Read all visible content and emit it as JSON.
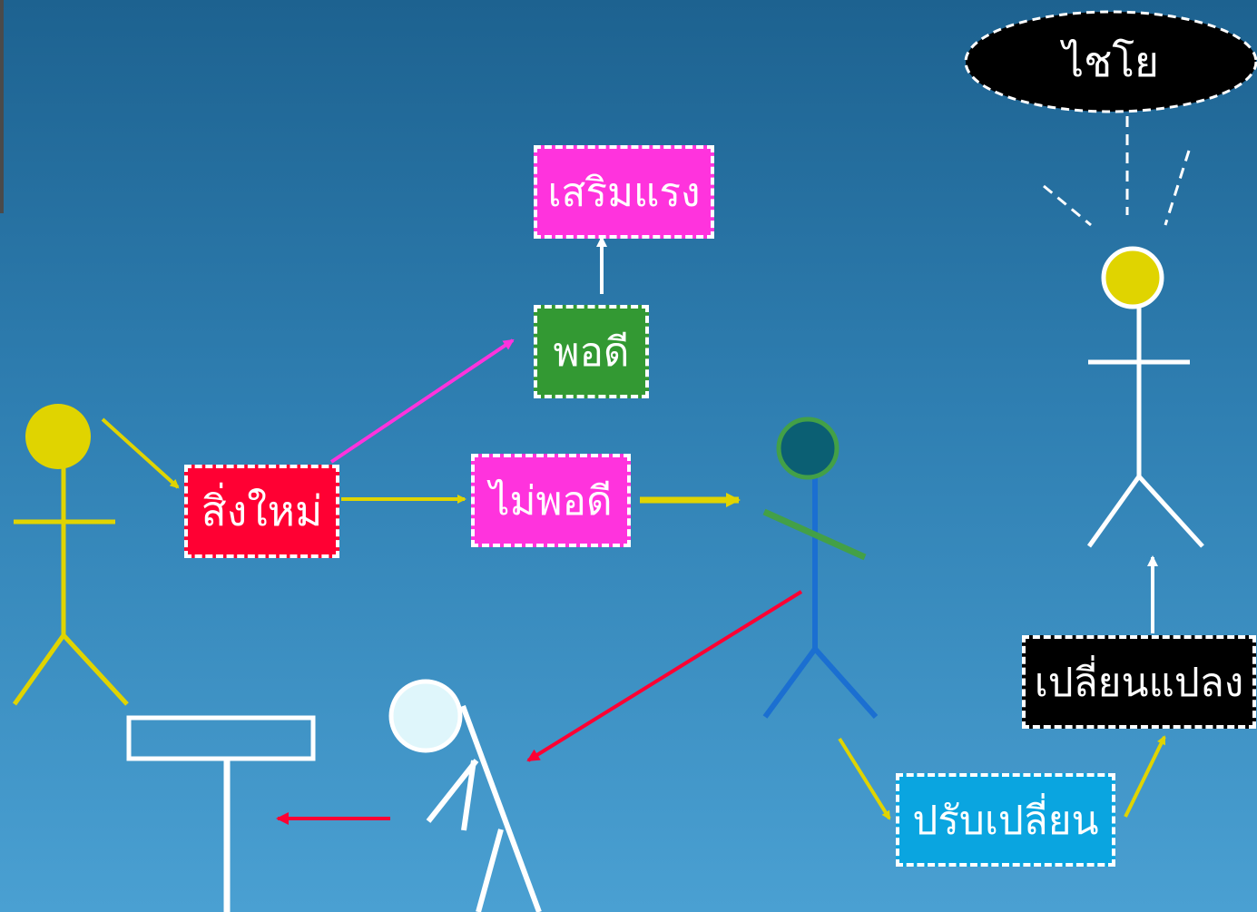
{
  "colors": {
    "magenta": "#ff33dd",
    "green": "#339933",
    "red": "#ff0033",
    "cyan": "#0aa5e0",
    "black": "#000000",
    "yellow": "#e0d400",
    "blue": "#1b6fd1",
    "white": "#ffffff",
    "dark_head": "#0b5f73",
    "pale_head": "#dff6fb"
  },
  "nodes": {
    "sermraeng": "เสริมแรง",
    "phodi": "พอดี",
    "singmai": "สิ่งใหม่",
    "maiphodi": "ไม่พอดี",
    "plianplaeng": "เปลี่ยนแปลง",
    "prapplian": "ปรับเปลี่ยน",
    "chaiyo": "ไชโย"
  }
}
